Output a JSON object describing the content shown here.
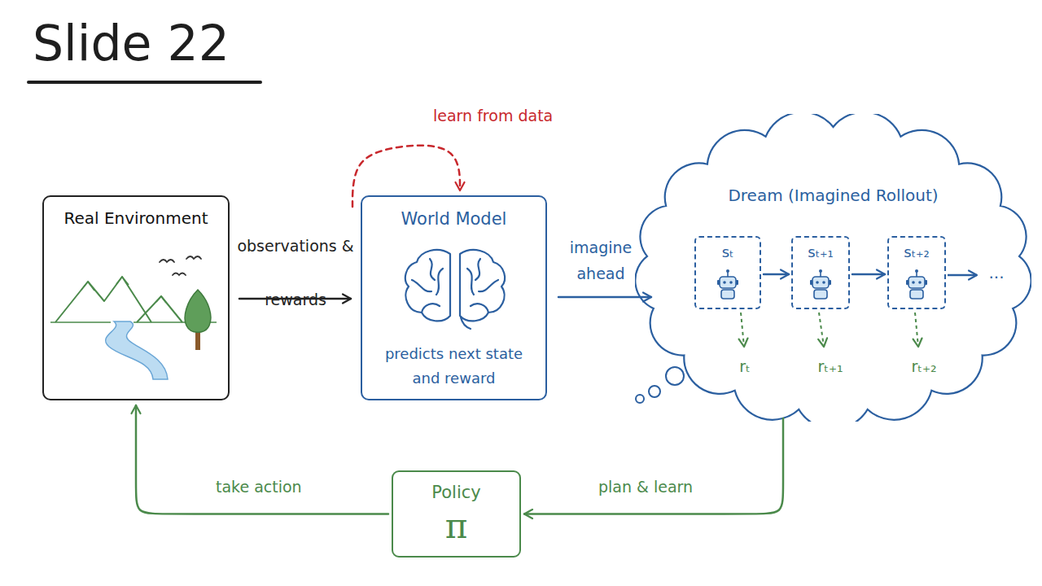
{
  "diagram": {
    "title": "Slide 22",
    "nodes": [
      {
        "text": [
          "Real Environment"
        ]
      },
      {
        "text": [
          "World Model",
          "predicts next state and reward"
        ]
      },
      {
        "text": [
          "Dream (Imagined Rollout)"
        ]
      },
      {
        "text": [
          "sₜ"
        ],
        "in": 2
      },
      {
        "text": [
          "sₜ₊₁"
        ],
        "in": 2
      },
      {
        "text": [
          "sₜ₊₂"
        ],
        "in": 2
      },
      {
        "text": [
          "Policy",
          "π"
        ]
      }
    ],
    "edges": [
      {
        "from": 0,
        "to": 1,
        "arrow": "to",
        "label": "observations & rewards"
      },
      {
        "from": 1,
        "to": 1,
        "arrow": "to",
        "label": "learn from data"
      },
      {
        "from": 1,
        "to": 2,
        "arrow": "to",
        "label": "imagine ahead"
      },
      {
        "from": 3,
        "to": 4,
        "arrow": "to"
      },
      {
        "from": 4,
        "to": 5,
        "arrow": "to"
      },
      {
        "from": 2,
        "to": 6,
        "arrow": "to",
        "label": "plan & learn"
      },
      {
        "from": 6,
        "to": 0,
        "arrow": "to",
        "label": "take action"
      }
    ],
    "labels": [
      "rₜ",
      "rₜ₊₁",
      "rₜ₊₂",
      "..."
    ]
  }
}
